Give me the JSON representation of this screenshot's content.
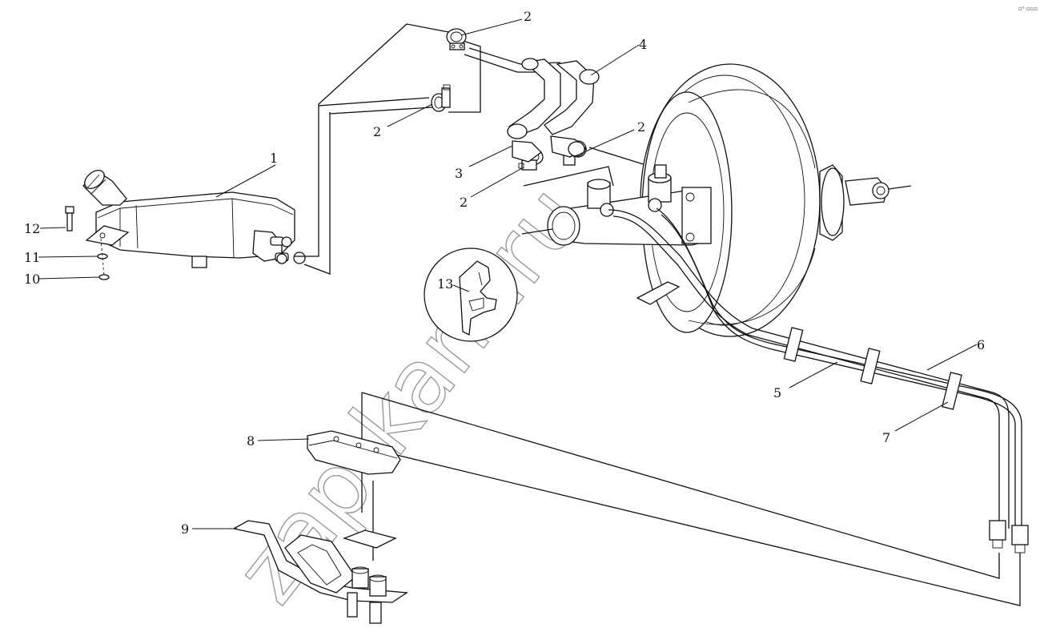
{
  "diagram": {
    "callouts": [
      {
        "id": "c1",
        "label": "1"
      },
      {
        "id": "c2a",
        "label": "2"
      },
      {
        "id": "c2b",
        "label": "2"
      },
      {
        "id": "c2c",
        "label": "2"
      },
      {
        "id": "c2d",
        "label": "2"
      },
      {
        "id": "c3",
        "label": "3"
      },
      {
        "id": "c4",
        "label": "4"
      },
      {
        "id": "c5",
        "label": "5"
      },
      {
        "id": "c6",
        "label": "6"
      },
      {
        "id": "c7",
        "label": "7"
      },
      {
        "id": "c8",
        "label": "8"
      },
      {
        "id": "c9",
        "label": "9"
      },
      {
        "id": "c10",
        "label": "10"
      },
      {
        "id": "c11",
        "label": "11"
      },
      {
        "id": "c12",
        "label": "12"
      },
      {
        "id": "c13",
        "label": "13"
      }
    ],
    "watermark": "zap-kam.ru",
    "corner_mark": "▫ᵒ ▫▫▫"
  }
}
